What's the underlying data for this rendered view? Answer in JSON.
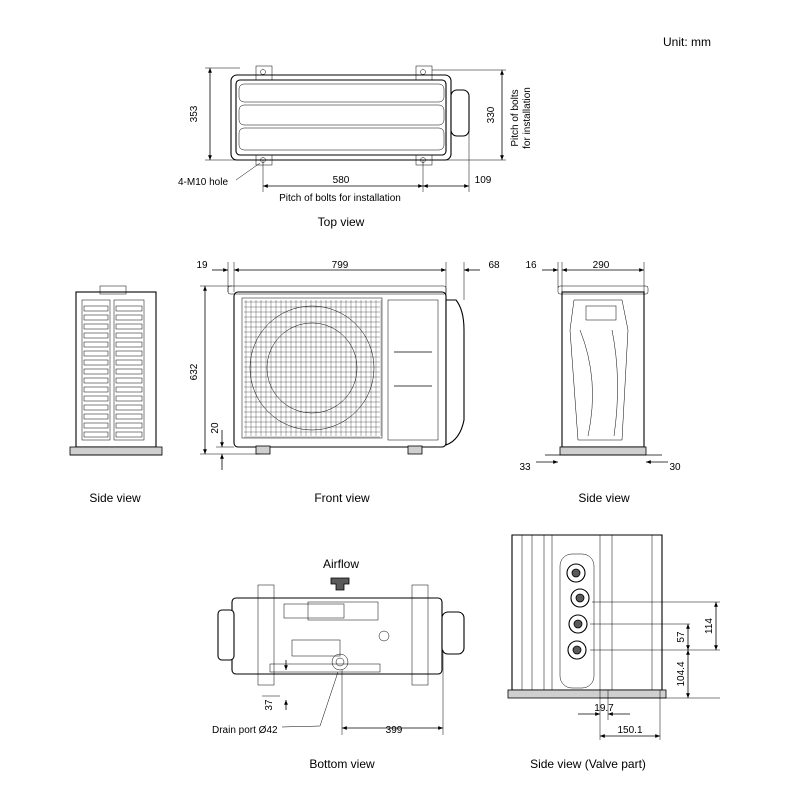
{
  "unit_label": "Unit: mm",
  "top_view": {
    "caption": "Top view",
    "dim_353": "353",
    "dim_330": "330",
    "pitch_vertical_line1": "Pitch of bolts",
    "pitch_vertical_line2": "for installation",
    "hole_label": "4-M10 hole",
    "dim_580": "580",
    "dim_109": "109",
    "pitch_horizontal": "Pitch of bolts for installation"
  },
  "front_view": {
    "caption": "Front view",
    "dim_19": "19",
    "dim_799": "799",
    "dim_68": "68",
    "dim_632": "632",
    "dim_20": "20"
  },
  "left_side_view": {
    "caption": "Side view"
  },
  "right_side_view": {
    "caption": "Side view",
    "dim_16": "16",
    "dim_290": "290",
    "dim_33": "33",
    "dim_30": "30"
  },
  "bottom_view": {
    "caption": "Bottom view",
    "airflow_label": "Airflow",
    "drain_label": "Drain port Ø42",
    "dim_37": "37",
    "dim_399": "399"
  },
  "valve_view": {
    "caption": "Side view (Valve part)",
    "dim_114": "114",
    "dim_57": "57",
    "dim_104_4": "104.4",
    "dim_19_7": "19.7",
    "dim_150_1": "150.1"
  }
}
